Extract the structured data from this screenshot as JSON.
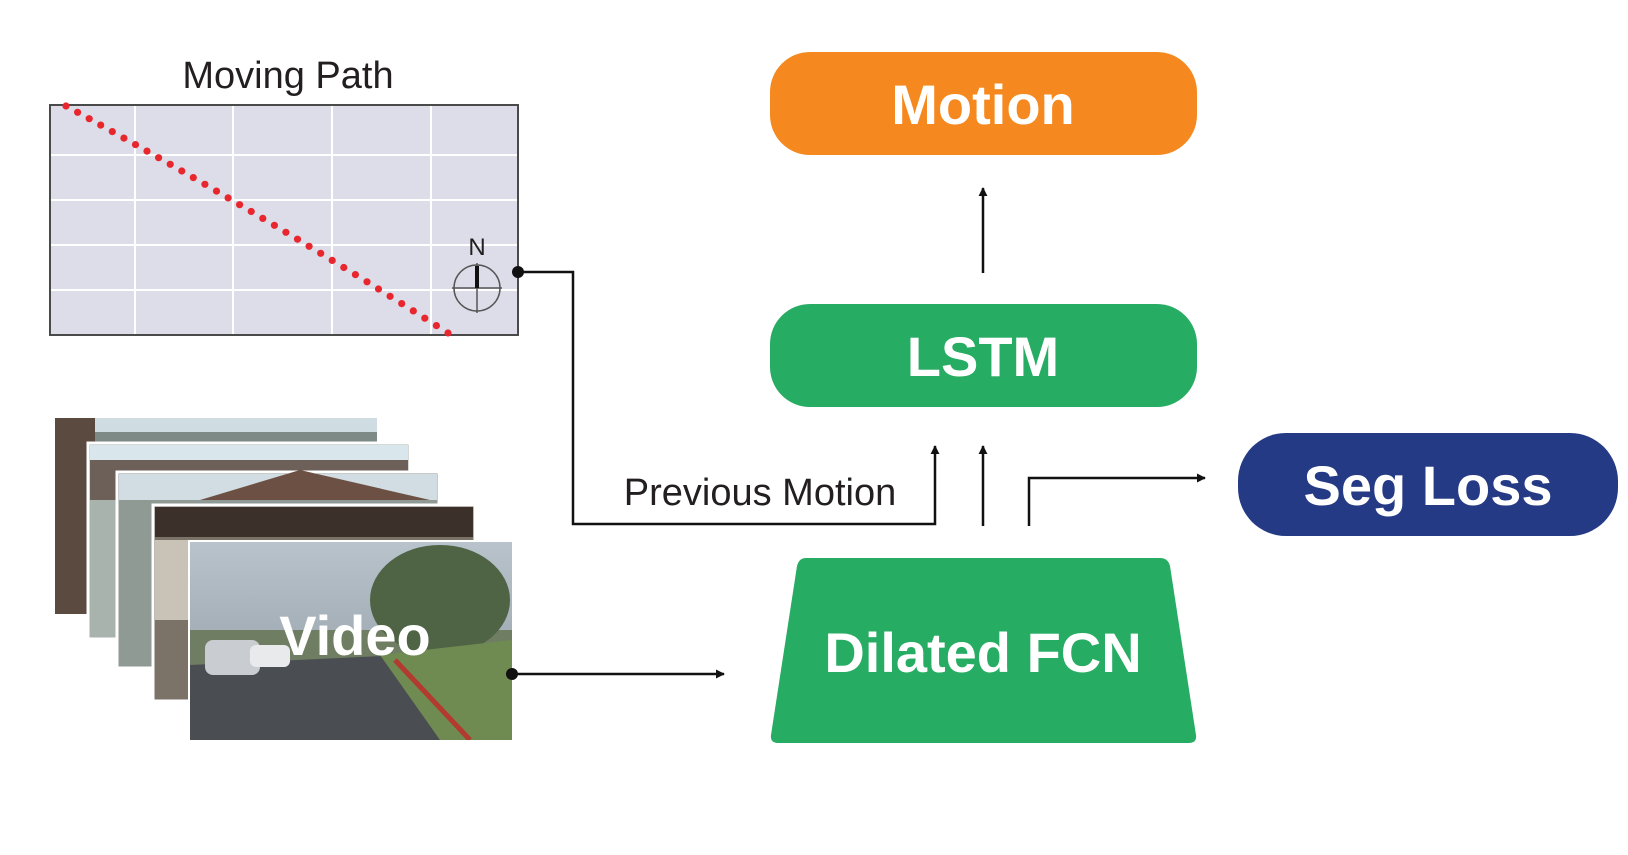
{
  "diagram": {
    "moving_path": {
      "title": "Moving Path",
      "compass_label": "N"
    },
    "video": {
      "label": "Video"
    },
    "edge_previous_motion": {
      "label": "Previous Motion"
    },
    "nodes": {
      "motion": {
        "label": "Motion",
        "color": "#f5891f"
      },
      "lstm": {
        "label": "LSTM",
        "color": "#27ac63"
      },
      "dilated_fcn": {
        "label": "Dilated FCN",
        "color": "#27ac63"
      },
      "seg_loss": {
        "label": "Seg Loss",
        "color": "#253a85"
      }
    },
    "colors": {
      "path_dots": "#e8262d",
      "plot_bg": "#dcdde8",
      "arrow": "#111111"
    }
  }
}
